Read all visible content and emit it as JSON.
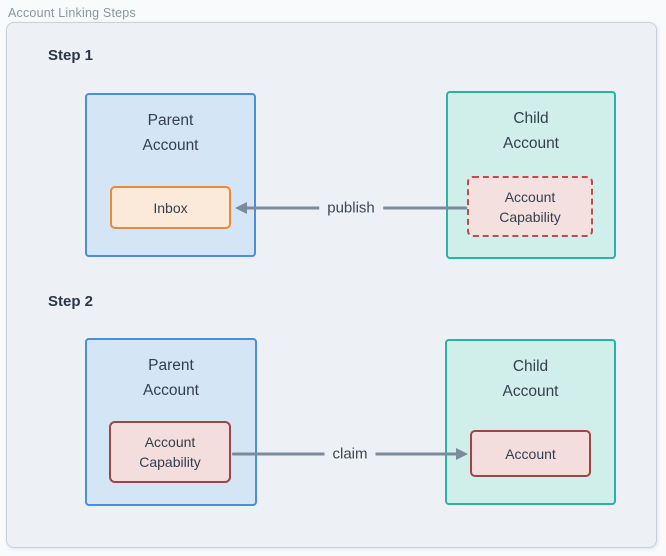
{
  "diagram_title": "Account Linking Steps",
  "steps": [
    {
      "heading": "Step 1",
      "parent_account": {
        "label_line1": "Parent",
        "label_line2": "Account",
        "inner": {
          "label": "Inbox"
        }
      },
      "child_account": {
        "label_line1": "Child",
        "label_line2": "Account",
        "inner": {
          "label_line1": "Account",
          "label_line2": "Capability"
        }
      },
      "arrow": {
        "label": "publish",
        "direction": "left"
      }
    },
    {
      "heading": "Step 2",
      "parent_account": {
        "label_line1": "Parent",
        "label_line2": "Account",
        "inner": {
          "label_line1": "Account",
          "label_line2": "Capability"
        }
      },
      "child_account": {
        "label_line1": "Child",
        "label_line2": "Account",
        "inner": {
          "label": "Account"
        }
      },
      "arrow": {
        "label": "claim",
        "direction": "right"
      }
    }
  ],
  "colors": {
    "canvas_background": "#f8fafc",
    "container_background": "#edf1f6",
    "container_border": "#c7d1db",
    "parent_fill": "#d4e5f5",
    "parent_border": "#4b8fd9",
    "child_fill": "#d0eeea",
    "child_border": "#2ab3a3",
    "inbox_fill": "#fbe9da",
    "inbox_border": "#e78a3c",
    "capability_dashed_fill": "#f5e0e0",
    "capability_dashed_border": "#b25150",
    "capability_solid_fill": "#f3dddd",
    "capability_solid_border": "#9c4645",
    "arrow": "#7c8b9b",
    "text": "#333f4d",
    "title_text": "#8b95a0"
  }
}
